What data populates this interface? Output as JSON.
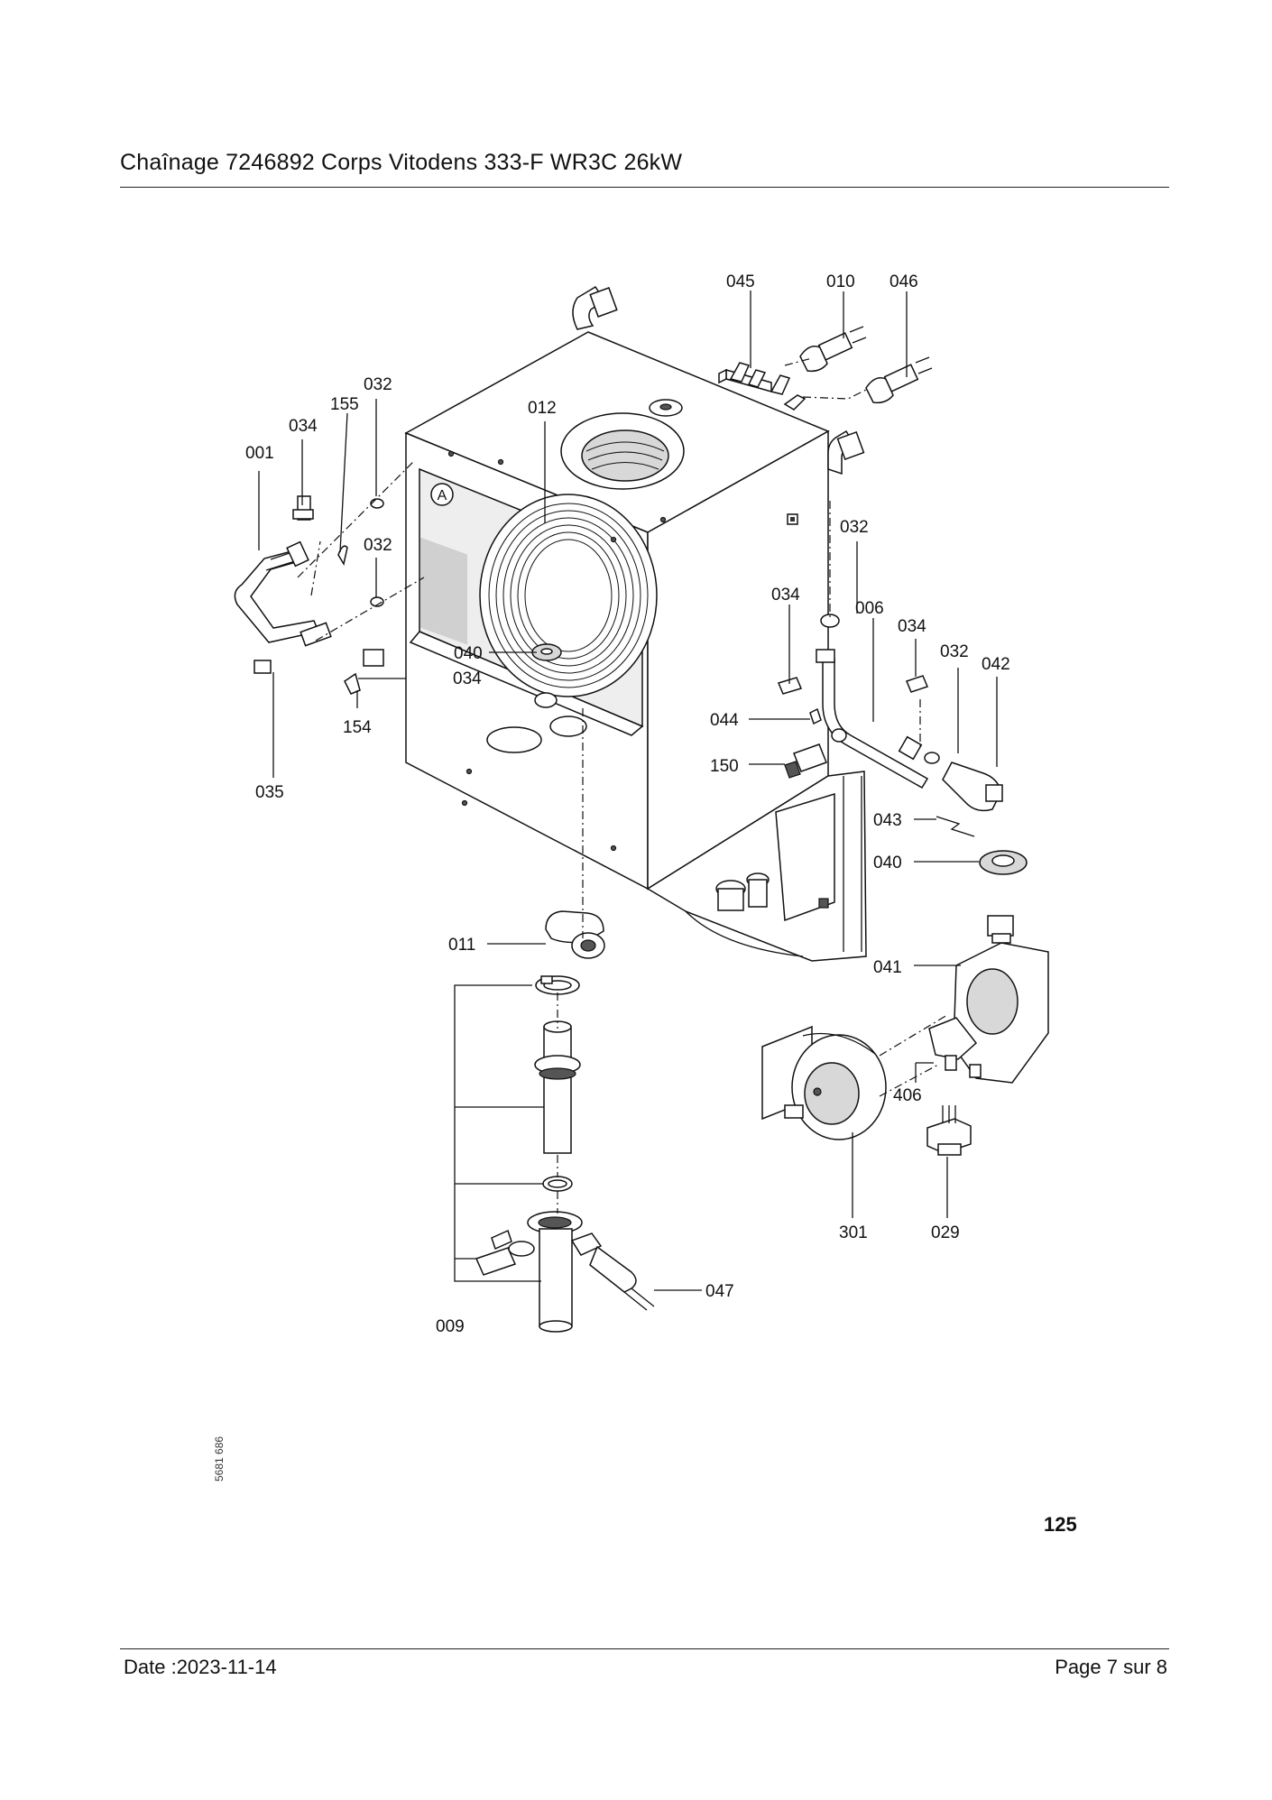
{
  "header": {
    "title": "Chaînage 7246892 Corps Vitodens 333-F WR3C 26kW"
  },
  "drawing": {
    "frame_marker": "A",
    "figure_number": "125",
    "drawing_code": "5681 686",
    "callouts": {
      "c001": "001",
      "c006": "006",
      "c009": "009",
      "c010": "010",
      "c011": "011",
      "c012": "012",
      "c029": "029",
      "c032a": "032",
      "c032b": "032",
      "c032c": "032",
      "c032d": "032",
      "c034a": "034",
      "c034b": "034",
      "c034c": "034",
      "c034d": "034",
      "c035": "035",
      "c040a": "040",
      "c040b": "040",
      "c041": "041",
      "c042": "042",
      "c043": "043",
      "c044": "044",
      "c045": "045",
      "c046": "046",
      "c047": "047",
      "c150": "150",
      "c154": "154",
      "c155": "155",
      "c301": "301",
      "c406": "406"
    }
  },
  "footer": {
    "date": "Date :2023-11-14",
    "page": "Page 7 sur  8"
  }
}
